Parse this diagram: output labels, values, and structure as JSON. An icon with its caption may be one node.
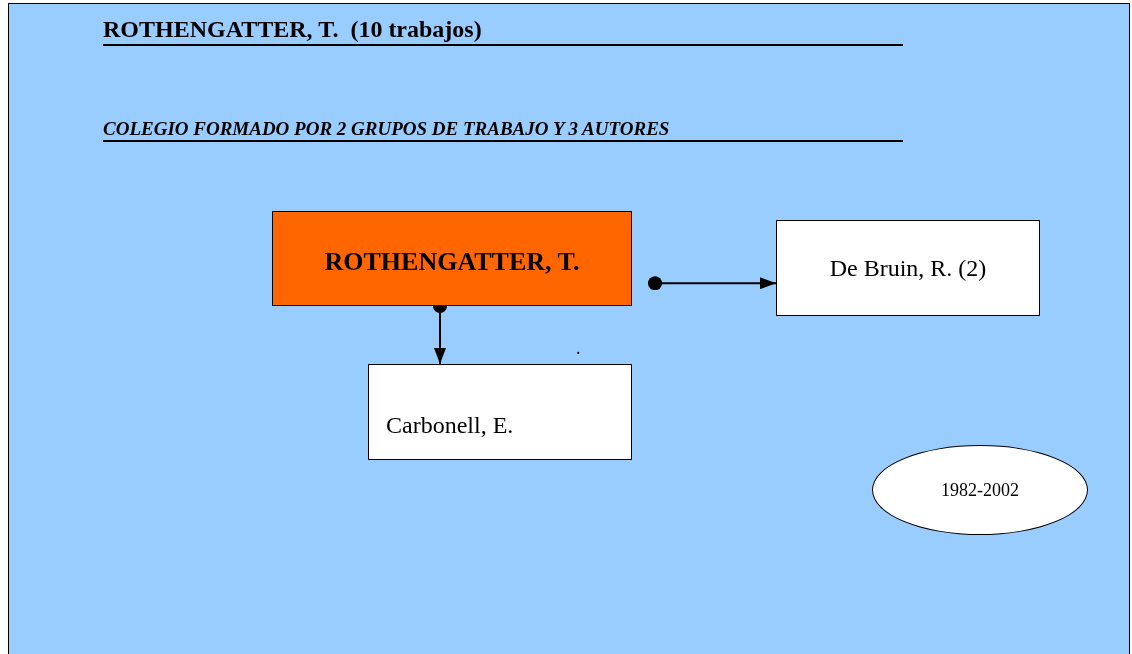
{
  "diagram": {
    "title": "ROTHENGATTER, T.  (10 trabajos)",
    "nodes": [
      {
        "text": [
          "ROTHENGATTER, T."
        ]
      },
      {
        "text": [
          "De Bruin, R. (2)"
        ]
      },
      {
        "text": [
          "Carbonell, E."
        ]
      },
      {
        "text": [
          "1982-2002"
        ]
      }
    ],
    "edges": [
      {
        "from": 0,
        "to": 1,
        "arrow": "to"
      },
      {
        "from": 0,
        "to": 2,
        "arrow": "to"
      }
    ],
    "labels": [
      "COLEGIO FORMADO POR 2 GRUPOS DE TRABAJO Y 3 AUTORES",
      "."
    ]
  }
}
